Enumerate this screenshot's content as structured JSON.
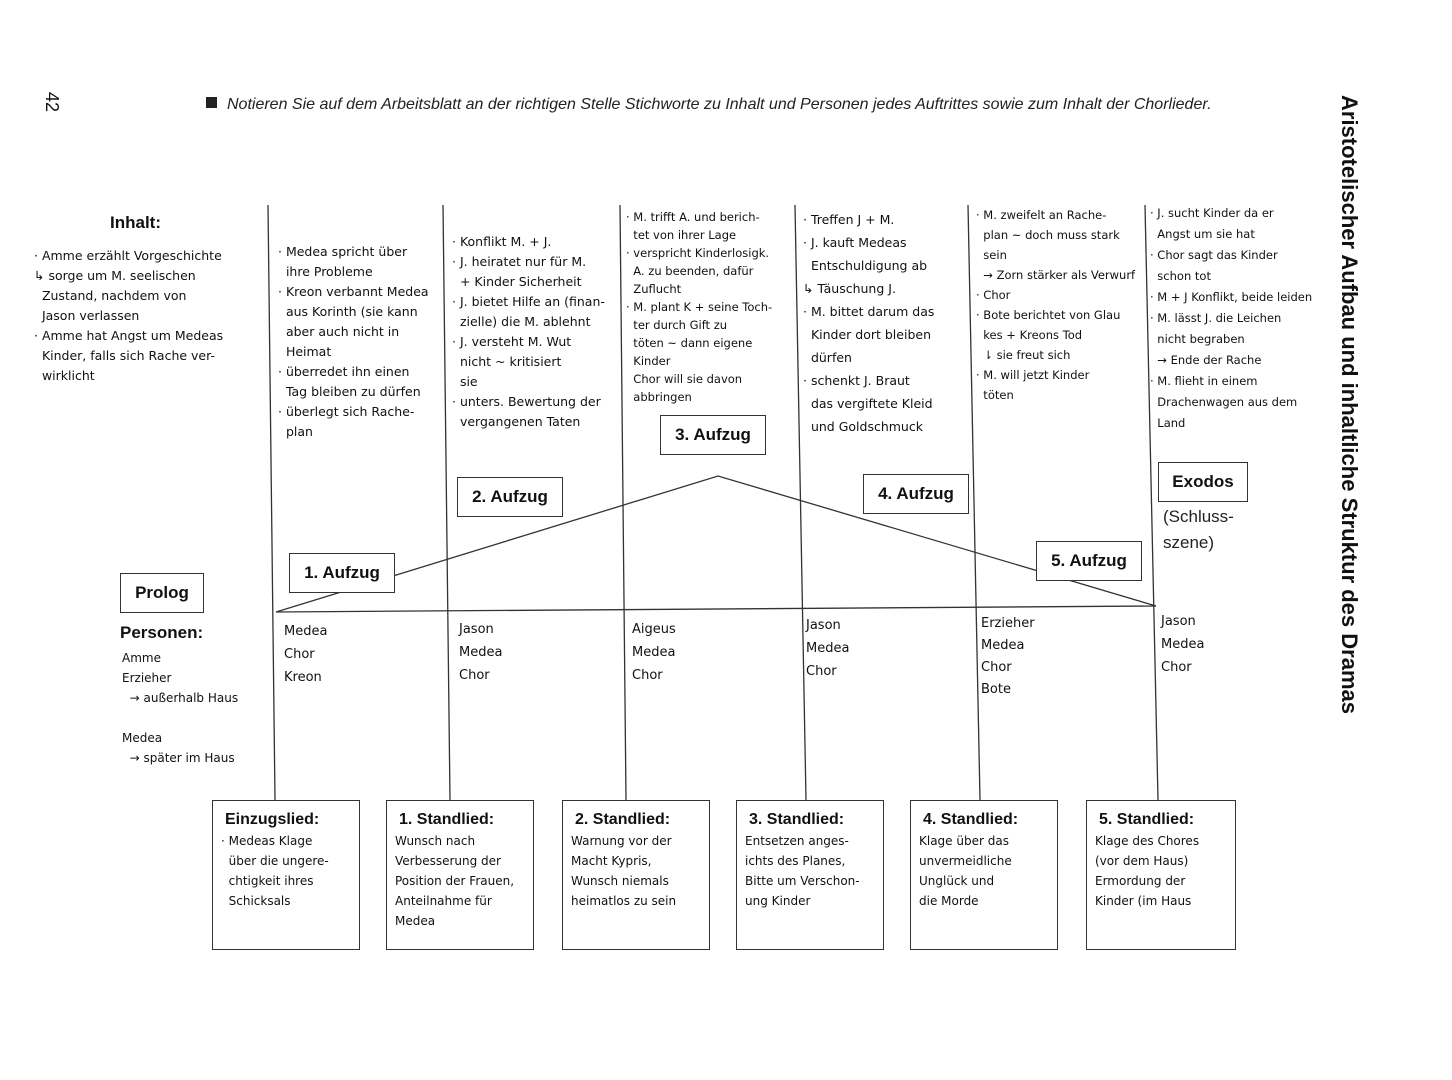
{
  "page_number": "42",
  "instruction": "Notieren Sie auf dem Arbeitsblatt an der richtigen Stelle Stichworte zu Inhalt und Personen jedes Auftrittes sowie zum Inhalt der Chorlieder.",
  "side_title": "Aristotelischer Aufbau und inhaltliche Struktur des Dramas",
  "labels": {
    "inhalt": "Inhalt:",
    "personen": "Personen:"
  },
  "acts": {
    "prolog": "Prolog",
    "a1": "1. Aufzug",
    "a2": "2. Aufzug",
    "a3": "3. Aufzug",
    "a4": "4. Aufzug",
    "a5": "5. Aufzug",
    "exodos": "Exodos",
    "exodos_sub": "(Schluss-\nszene)"
  },
  "inhalt": {
    "prolog": [
      "· Amme erzählt Vorgeschichte",
      "↳ sorge um M. seelischen",
      "  Zustand, nachdem von",
      "  Jason verlassen",
      "· Amme hat Angst um Medeas",
      "  Kinder, falls sich Rache ver-",
      "  wirklicht"
    ],
    "a1": [
      "· Medea spricht über",
      "  ihre Probleme",
      "· Kreon verbannt Medea",
      "  aus Korinth (sie kann",
      "  aber auch nicht in",
      "  Heimat",
      "· überredet ihn einen",
      "  Tag bleiben zu dürfen",
      "· überlegt sich Rache-",
      "  plan"
    ],
    "a2": [
      "· Konflikt M. + J.",
      "· J. heiratet nur für M.",
      "  + Kinder Sicherheit",
      "· J. bietet Hilfe an (finan-",
      "  zielle) die M. ablehnt",
      "· J. versteht M. Wut",
      "  nicht ~ kritisiert",
      "  sie",
      "· unters. Bewertung der",
      "  vergangenen Taten"
    ],
    "a3": [
      "· M. trifft A. und berich-",
      "  tet von ihrer Lage",
      "· verspricht Kinderlosigk.",
      "  A. zu beenden, dafür",
      "  Zuflucht",
      "· M. plant K + seine Toch-",
      "  ter durch Gift zu",
      "  töten ~ dann eigene",
      "  Kinder",
      "  Chor will sie davon",
      "  abbringen"
    ],
    "a4": [
      "· Treffen J + M.",
      "· J. kauft Medeas",
      "  Entschuldigung ab",
      "↳ Täuschung J.",
      "· M. bittet darum das",
      "  Kinder dort bleiben",
      "  dürfen",
      "· schenkt J. Braut",
      "  das vergiftete Kleid",
      "  und Goldschmuck"
    ],
    "a5": [
      "· M. zweifelt an Rache-",
      "  plan ~ doch muss stark",
      "  sein",
      "  → Zorn stärker als Verwurf",
      "· Chor",
      "· Bote berichtet von Glau",
      "  kes + Kreons Tod",
      "  ⇂ sie freut sich",
      "· M. will jetzt Kinder",
      "  töten"
    ],
    "exodos": [
      "· J. sucht Kinder da er",
      "  Angst um sie hat",
      "· Chor sagt das Kinder",
      "  schon tot",
      "· M + J Konflikt, beide leiden",
      "· M. lässt J. die Leichen",
      "  nicht begraben",
      "  → Ende der Rache",
      "· M. flieht in einem",
      "  Drachenwagen aus dem",
      "  Land"
    ]
  },
  "personen": {
    "prolog": [
      "Amme",
      "Erzieher",
      "  → außerhalb Haus",
      "",
      "Medea",
      "  → später im Haus"
    ],
    "a1": [
      "Medea",
      "Chor",
      "Kreon"
    ],
    "a2": [
      "Jason",
      "Medea",
      "Chor"
    ],
    "a3": [
      "Aigeus",
      "Medea",
      "Chor"
    ],
    "a4": [
      "Jason",
      "Medea",
      "Chor"
    ],
    "a5": [
      "Erzieher",
      "Medea",
      "Chor",
      "Bote"
    ],
    "exodos": [
      "Jason",
      "Medea",
      "Chor"
    ]
  },
  "songs": [
    {
      "title": "Einzugslied:",
      "text": [
        "· Medeas Klage",
        "  über die ungere-",
        "  chtigkeit ihres",
        "  Schicksals"
      ]
    },
    {
      "title": "1. Standlied:",
      "text": [
        "Wunsch nach",
        "Verbesserung der",
        "Position der Frauen,",
        "Anteilnahme für",
        "Medea"
      ]
    },
    {
      "title": "2. Standlied:",
      "text": [
        "Warnung vor der",
        "Macht Kypris,",
        "Wunsch niemals",
        "heimatlos zu sein"
      ]
    },
    {
      "title": "3. Standlied:",
      "text": [
        "Entsetzen anges-",
        "ichts des Planes,",
        "Bitte um Verschon-",
        "ung Kinder"
      ]
    },
    {
      "title": "4. Standlied:",
      "text": [
        "Klage über das",
        "unvermeidliche",
        "Unglück und",
        "die Morde"
      ]
    },
    {
      "title": "5. Standlied:",
      "text": [
        "Klage des Chores",
        "(vor dem Haus)",
        "Ermordung der",
        "Kinder (im Haus"
      ]
    }
  ]
}
